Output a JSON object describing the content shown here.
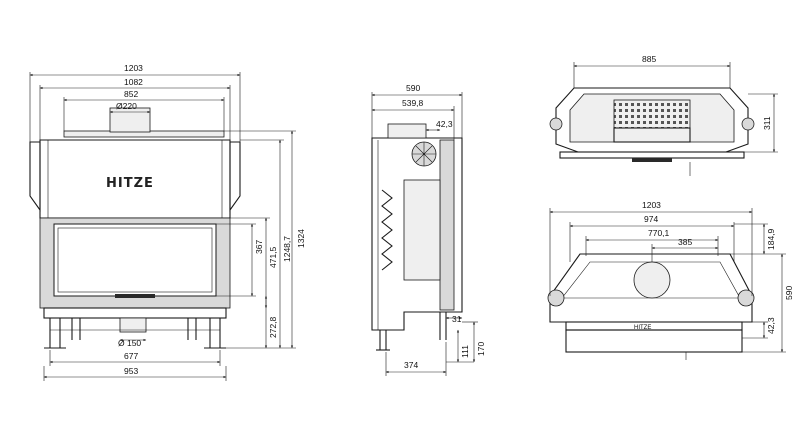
{
  "brand": "HITZE",
  "front_view": {
    "dims": {
      "total_width": "1203",
      "width_1082": "1082",
      "width_852": "852",
      "flue_diameter": "Ø220",
      "height_total": "1324",
      "height_1248": "1248,7",
      "height_471": "471,5",
      "height_367": "367",
      "height_272": "272,8",
      "leg_span": "677",
      "base_width": "953",
      "air_diameter": "Ø 150"
    }
  },
  "side_view": {
    "dims": {
      "depth_total": "590",
      "depth_539": "539,8",
      "offset_42": "42,3",
      "depth_374": "374",
      "front_31": "31",
      "height_111": "111",
      "height_170": "170"
    }
  },
  "top_view": {
    "dims": {
      "width_885": "885",
      "depth_311": "311"
    }
  },
  "plan_view": {
    "dims": {
      "width_1203": "1203",
      "width_974": "974",
      "width_770": "770,1",
      "width_385": "385",
      "depth_590": "590",
      "depth_184": "184,9",
      "offset_42": "42,3"
    }
  }
}
